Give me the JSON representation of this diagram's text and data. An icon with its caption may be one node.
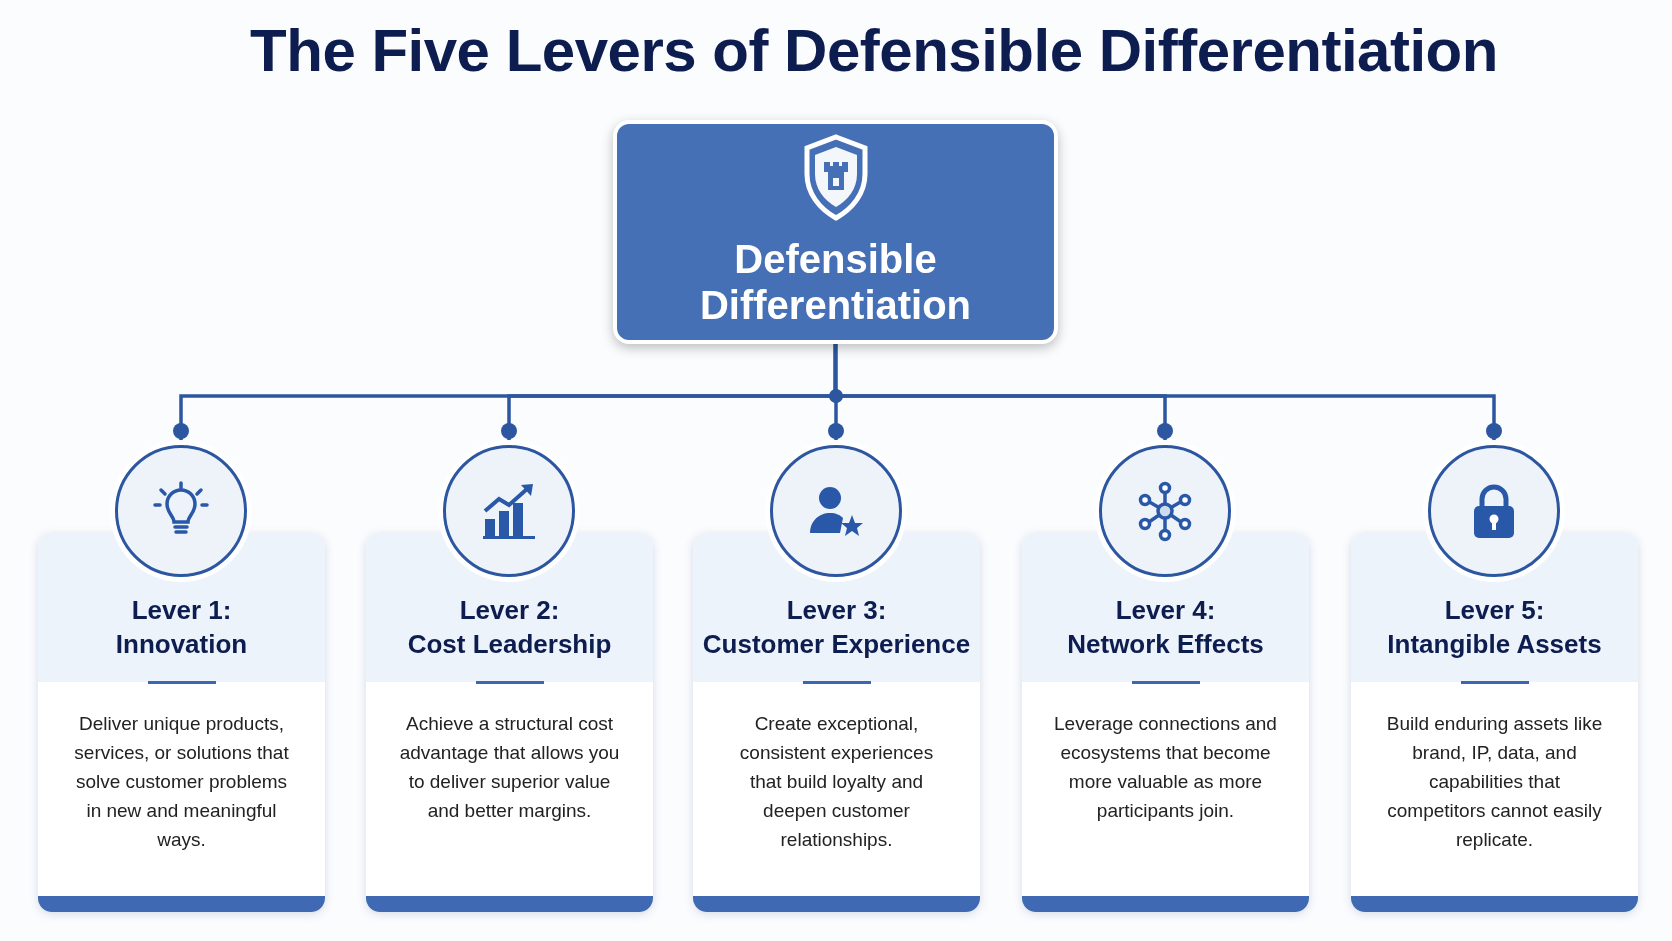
{
  "diagram": {
    "title": "The Five Levers of Defensible Differentiation",
    "nodes": [
      {
        "text": [
          "Defensible Differentiation"
        ]
      },
      {
        "text": [],
        "shape": "circle"
      },
      {
        "text": [],
        "shape": "circle"
      },
      {
        "text": [],
        "shape": "circle"
      },
      {
        "text": [],
        "shape": "circle"
      },
      {
        "text": [],
        "shape": "circle"
      },
      {
        "text": [
          "Lever 1:",
          "Innovation",
          "Deliver unique products, services, or solutions that solve customer problems in new and meaningful ways."
        ]
      },
      {
        "text": [
          "Lever 2:",
          "Cost Leadership",
          "Achieve a structural cost advantage that allows you to deliver superior value and better margins."
        ]
      },
      {
        "text": [
          "Lever 3:",
          "Customer Experience",
          "Create exceptional, consistent experiences that build loyalty and deepen customer relationships."
        ]
      },
      {
        "text": [
          "Lever 4:",
          "Network Effects",
          "Leverage connections and ecosystems that become more valuable as more participants join."
        ]
      },
      {
        "text": [
          "Lever 5:",
          "Intangible Assets",
          "Build enduring assets like brand, IP, data, and capabilities that competitors cannot easily replicate."
        ]
      }
    ],
    "edges": [
      {
        "from": 0,
        "to": 1,
        "arrow": "other"
      },
      {
        "from": 0,
        "to": 2,
        "arrow": "other"
      },
      {
        "from": 0,
        "to": 3,
        "arrow": "other"
      },
      {
        "from": 0,
        "to": 4,
        "arrow": "other"
      },
      {
        "from": 0,
        "to": 5,
        "arrow": "other"
      }
    ]
  }
}
